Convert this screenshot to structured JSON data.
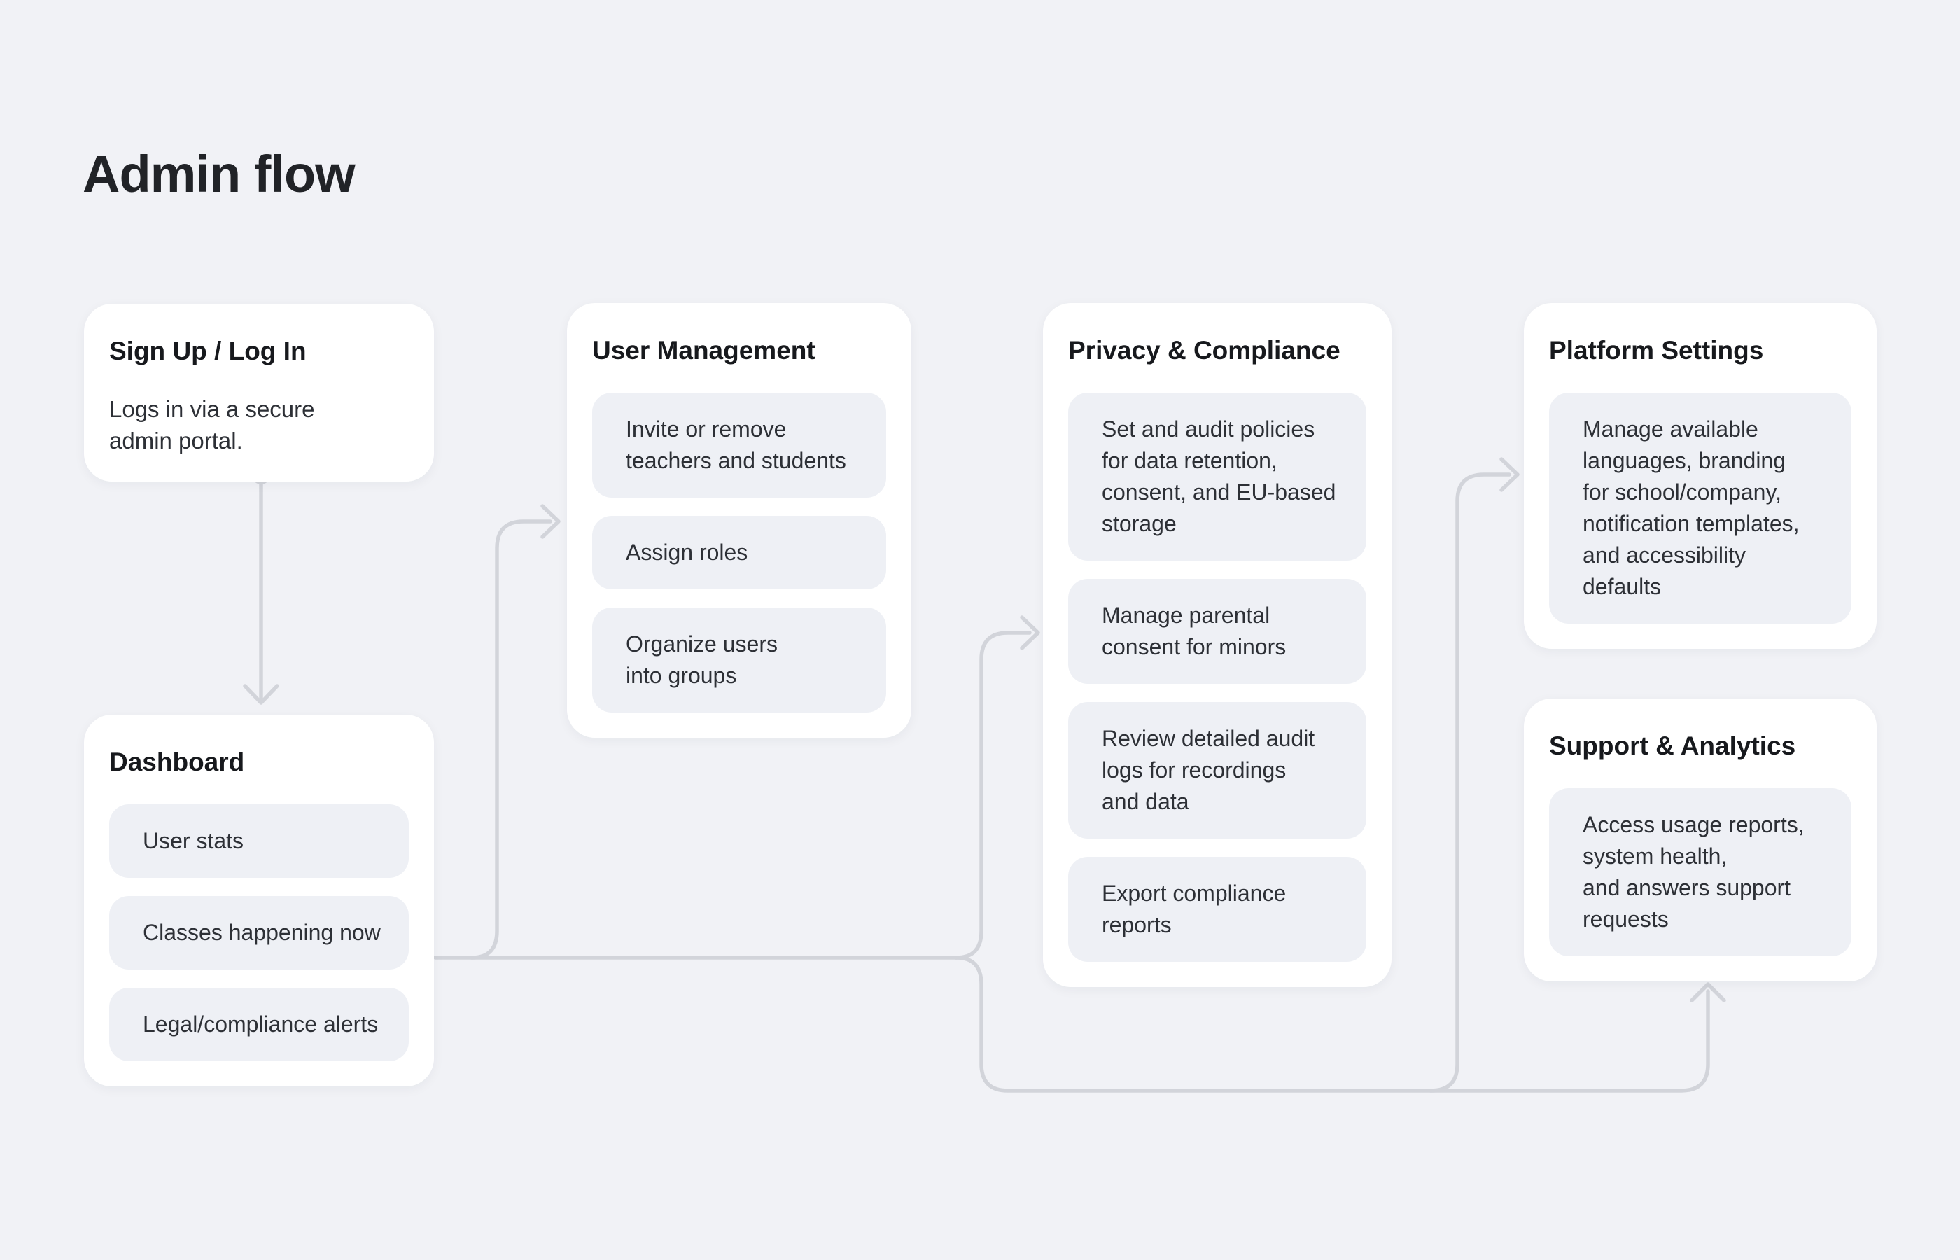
{
  "page": {
    "title": "Admin flow",
    "colors": {
      "background": "#f1f2f6",
      "card": "#ffffff",
      "item": "#eef0f5",
      "connector": "#d2d4da",
      "heading": "#17191d",
      "body": "#2d3036"
    }
  },
  "cards": [
    {
      "id": "signup",
      "title": "Sign Up / Log In",
      "description": "Logs in via a secure\nadmin portal."
    },
    {
      "id": "user-management",
      "title": "User Management",
      "items": [
        "Invite or remove\nteachers and students",
        "Assign roles",
        "Organize users\ninto groups"
      ]
    },
    {
      "id": "privacy-compliance",
      "title": "Privacy & Compliance",
      "items": [
        "Set and audit policies\nfor data retention,\nconsent, and EU-based\nstorage",
        "Manage parental\nconsent for minors",
        "Review detailed audit\nlogs for recordings\nand data",
        "Export compliance\nreports"
      ]
    },
    {
      "id": "platform-settings",
      "title": "Platform Settings",
      "items": [
        "Manage available\nlanguages, branding\nfor school/company,\nnotification templates,\nand accessibility\ndefaults"
      ]
    },
    {
      "id": "dashboard",
      "title": "Dashboard",
      "items": [
        "User stats",
        "Classes happening now",
        "Legal/compliance alerts"
      ]
    },
    {
      "id": "support-analytics",
      "title": "Support & Analytics",
      "items": [
        "Access usage reports,\nsystem health,\nand answers support\nrequests"
      ]
    }
  ],
  "connections": [
    {
      "from": "signup",
      "to": "dashboard"
    },
    {
      "from": "dashboard",
      "to": "user-management"
    },
    {
      "from": "dashboard",
      "to": "privacy-compliance"
    },
    {
      "from": "dashboard",
      "to": "platform-settings"
    },
    {
      "from": "dashboard",
      "to": "support-analytics"
    }
  ]
}
